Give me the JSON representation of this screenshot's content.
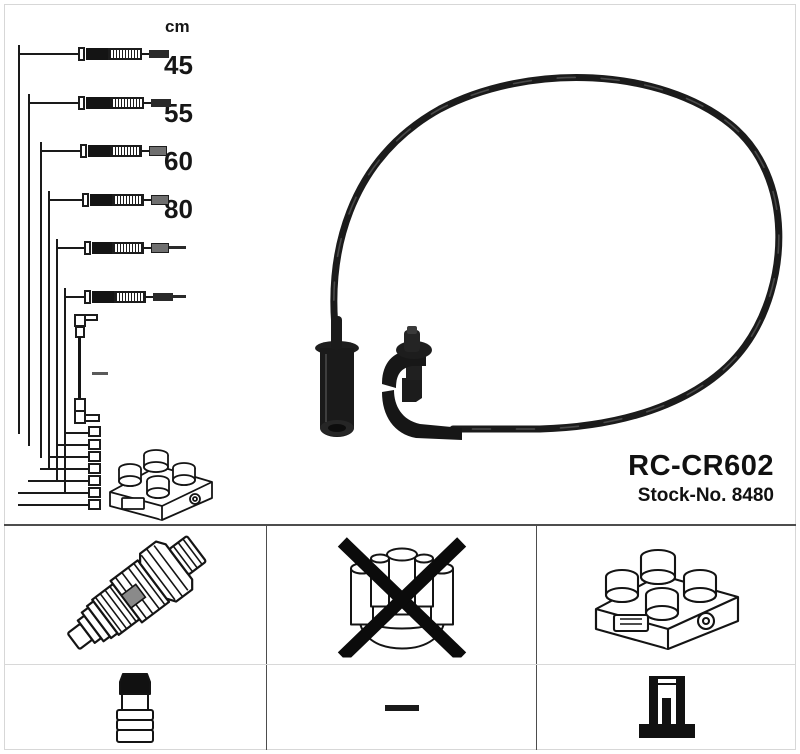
{
  "product": {
    "title": "RC-CR602",
    "stock_label": "Stock-No. 8480"
  },
  "scale": {
    "unit": "cm",
    "lengths": [
      "45",
      "55",
      "60",
      "80",
      "—",
      "—"
    ],
    "dash_symbol": "—"
  },
  "harness": {
    "lead_count": 7,
    "description_icon": "ignition-cable-set",
    "coil_icon": "ignition-coil-pack"
  },
  "main_cable": {
    "icon": "ignition-lead-loop",
    "straight_boot_icon": "straight-spark-plug-boot",
    "angled_boot_icon": "right-angle-spark-plug-boot"
  },
  "icon_grid": {
    "cells": [
      {
        "name": "spark-plug",
        "icon": "spark-plug-icon",
        "marked_out": false,
        "dash": false
      },
      {
        "name": "distributor-cap",
        "icon": "distributor-cap-icon",
        "marked_out": true,
        "dash": false
      },
      {
        "name": "ignition-coil",
        "icon": "ignition-coil-icon",
        "marked_out": false,
        "dash": false
      },
      {
        "name": "plug-boot-connector",
        "icon": "spark-plug-boot-icon",
        "marked_out": false,
        "dash": false
      },
      {
        "name": "not-applicable",
        "icon": "dash-icon",
        "marked_out": false,
        "dash": true
      },
      {
        "name": "coil-terminal",
        "icon": "coil-terminal-icon",
        "marked_out": false,
        "dash": false
      }
    ]
  },
  "colors": {
    "ink": "#141414",
    "frame": "#d7d7d7",
    "divider": "#4d4d4d",
    "cable": "#1b1b1b"
  }
}
